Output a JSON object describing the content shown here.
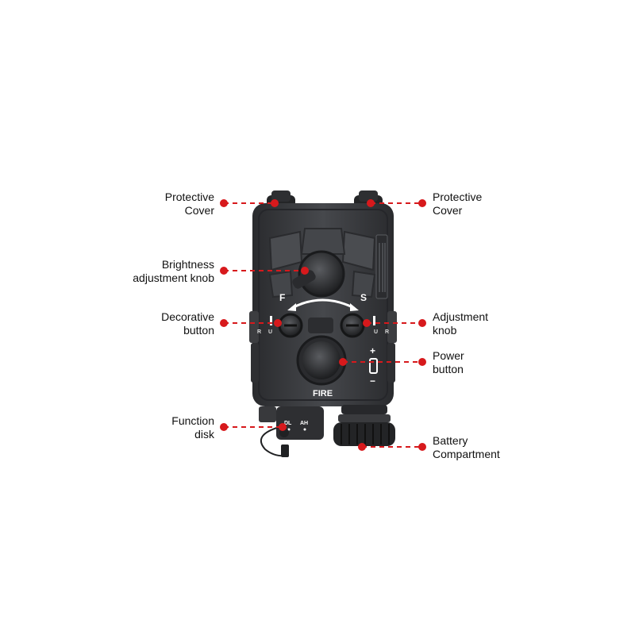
{
  "device": {
    "marks": {
      "mode_left": "F",
      "mode_right": "S",
      "fire": "FIRE",
      "dl": "DL",
      "ah": "AH",
      "u": "U",
      "r": "R",
      "plus": "+",
      "minus": "−"
    }
  },
  "callouts": [
    {
      "id": "protective-cover-left",
      "lines": [
        "Protective",
        "Cover"
      ]
    },
    {
      "id": "protective-cover-right",
      "lines": [
        "Protective",
        "Cover"
      ]
    },
    {
      "id": "brightness-knob",
      "lines": [
        "Brightness",
        "adjustment knob"
      ]
    },
    {
      "id": "decorative-button",
      "lines": [
        "Decorative",
        "button"
      ]
    },
    {
      "id": "adjustment-knob",
      "lines": [
        "Adjustment",
        "knob"
      ]
    },
    {
      "id": "power-button",
      "lines": [
        "Power",
        "button"
      ]
    },
    {
      "id": "function-disk",
      "lines": [
        "Function",
        "disk"
      ]
    },
    {
      "id": "battery-compartment",
      "lines": [
        "Battery",
        "Compartment"
      ]
    }
  ],
  "colors": {
    "callout": "#d7191c",
    "body": "#3a3b3e",
    "body_dark": "#1f2022",
    "body_light": "#55575b"
  }
}
